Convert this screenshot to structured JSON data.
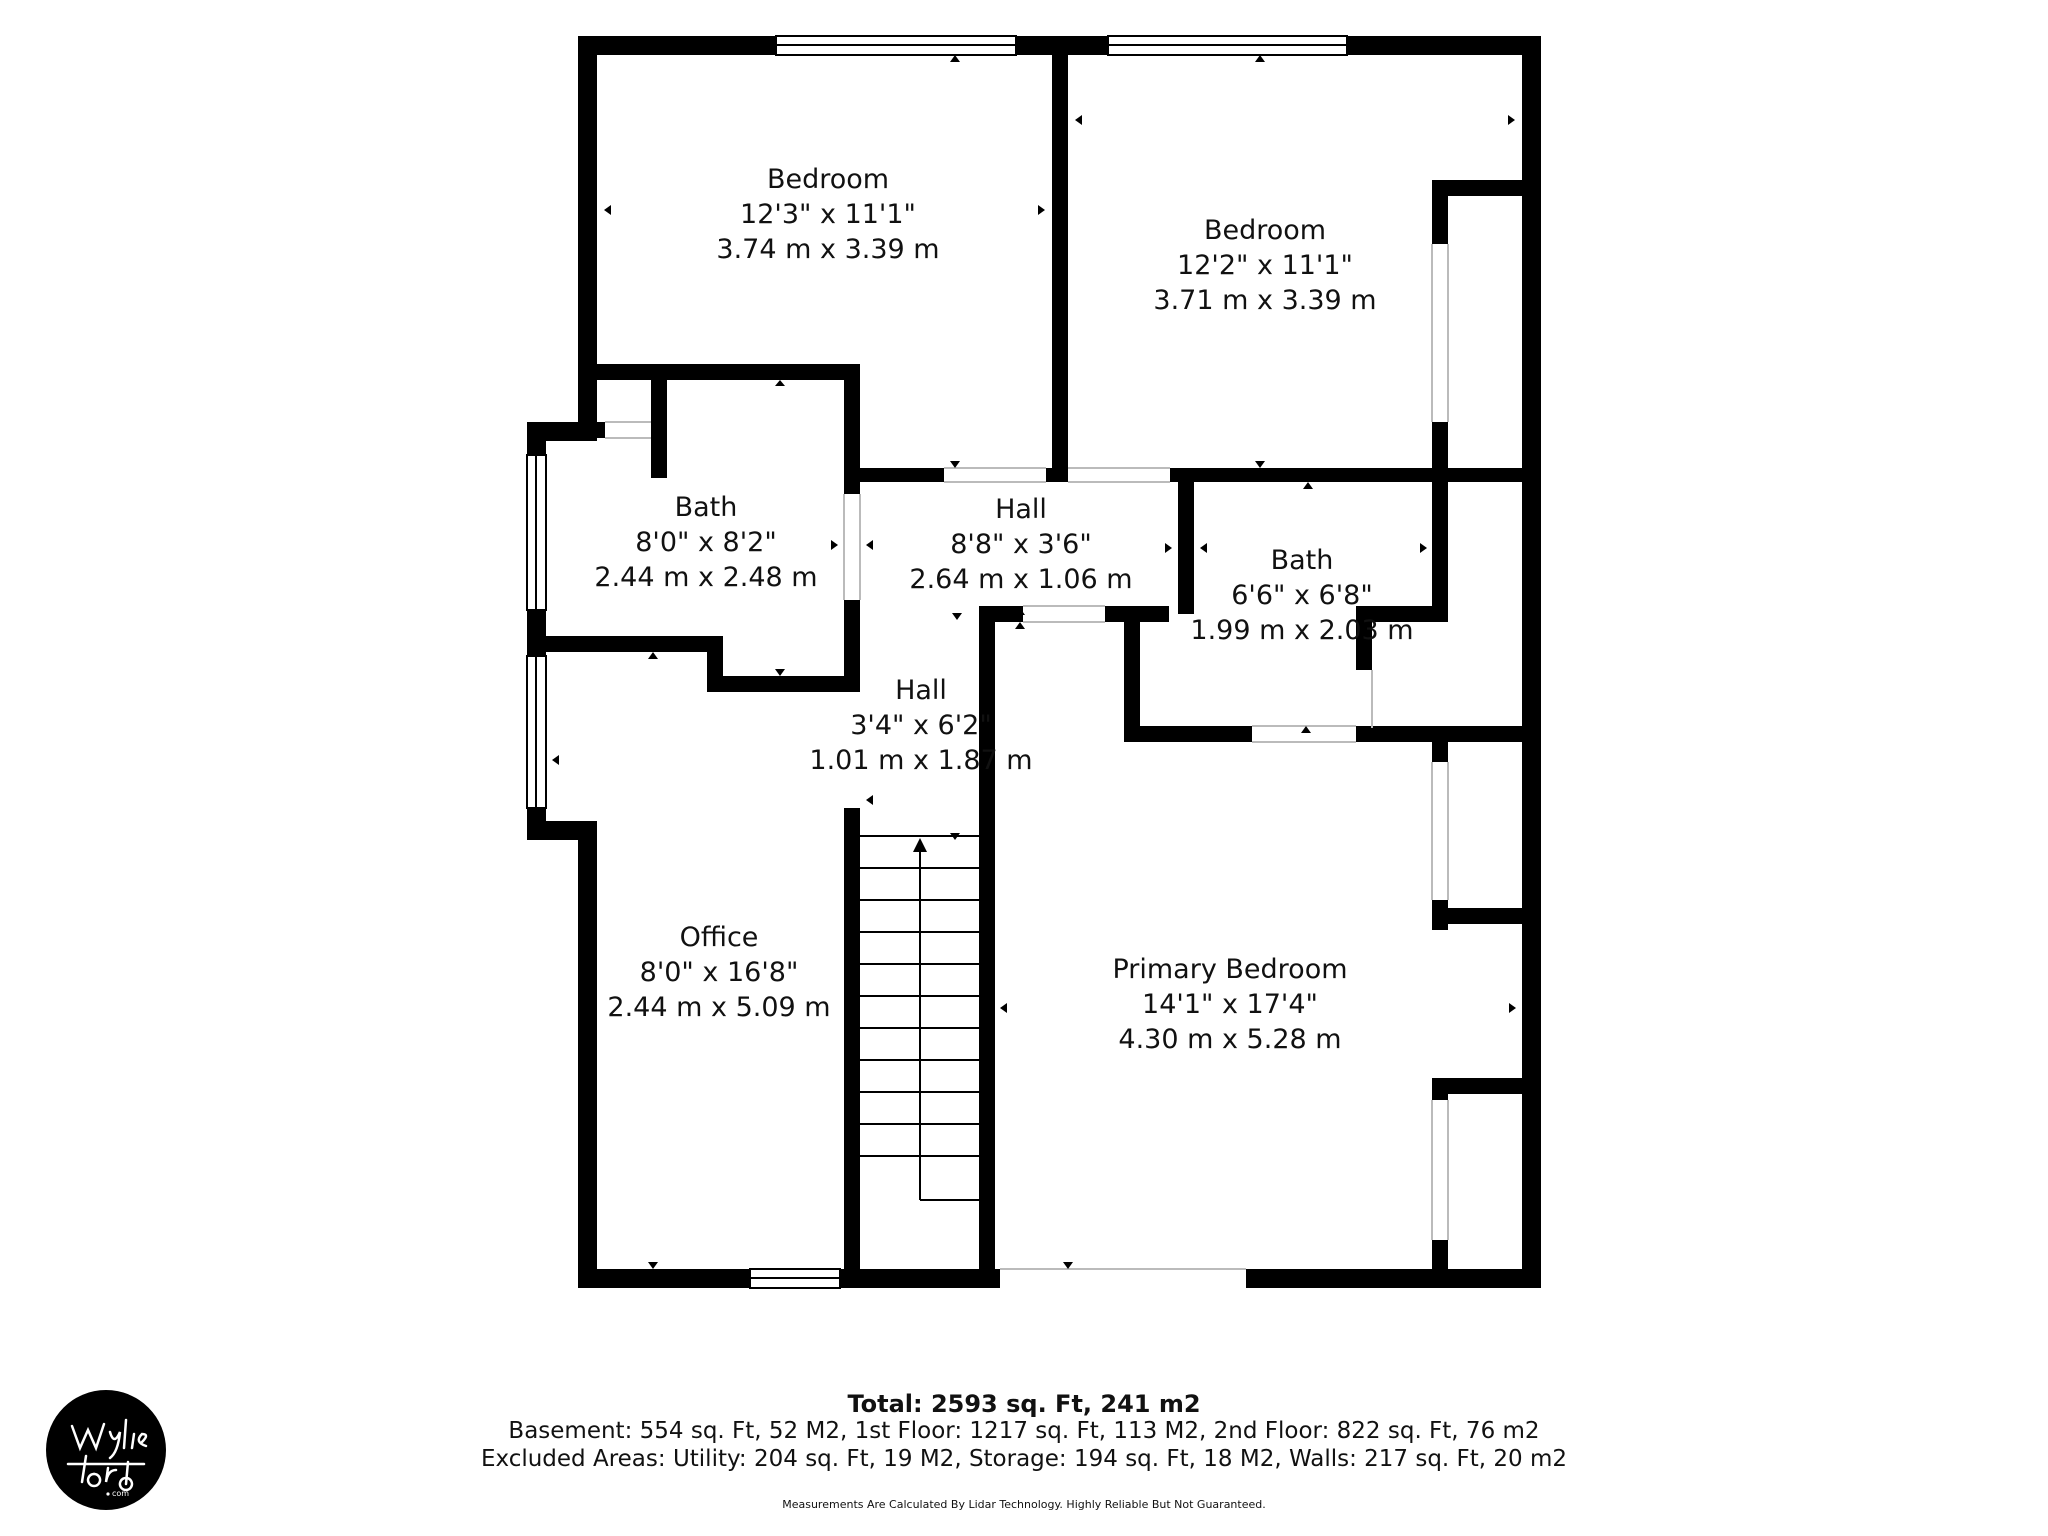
{
  "rooms": {
    "bedroom_left": {
      "name": "Bedroom",
      "imperial": "12'3\" x 11'1\"",
      "metric": "3.74 m x 3.39 m"
    },
    "bedroom_right": {
      "name": "Bedroom",
      "imperial": "12'2\" x 11'1\"",
      "metric": "3.71 m x 3.39 m"
    },
    "bath_left": {
      "name": "Bath",
      "imperial": "8'0\" x 8'2\"",
      "metric": "2.44 m x 2.48 m"
    },
    "hall_upper": {
      "name": "Hall",
      "imperial": "8'8\" x 3'6\"",
      "metric": "2.64 m x 1.06 m"
    },
    "bath_right": {
      "name": "Bath",
      "imperial": "6'6\" x 6'8\"",
      "metric": "1.99 m x 2.03 m"
    },
    "hall_lower": {
      "name": "Hall",
      "imperial": "3'4\" x 6'2\"",
      "metric": "1.01 m x 1.87 m"
    },
    "office": {
      "name": "Office",
      "imperial": "8'0\" x 16'8\"",
      "metric": "2.44 m x 5.09 m"
    },
    "primary_bedroom": {
      "name": "Primary Bedroom",
      "imperial": "14'1\" x 17'4\"",
      "metric": "4.30 m x 5.28 m"
    }
  },
  "footer": {
    "total": "Total: 2593 sq. Ft, 241 m2",
    "floors": "Basement: 554 sq. Ft, 52 M2, 1st Floor: 1217 sq. Ft, 113 M2, 2nd Floor: 822 sq. Ft, 76 m2",
    "excluded": "Excluded Areas: Utility: 204 sq. Ft, 19 M2, Storage: 194 sq. Ft, 18 M2, Walls: 217 sq. Ft, 20 m2",
    "note": "Measurements Are Calculated By Lidar Technology. Highly Reliable But Not Guaranteed."
  },
  "logo": {
    "text": "Wylie Ford .com"
  },
  "colors": {
    "wall": "#000000",
    "background": "#ffffff",
    "text": "#111111"
  }
}
